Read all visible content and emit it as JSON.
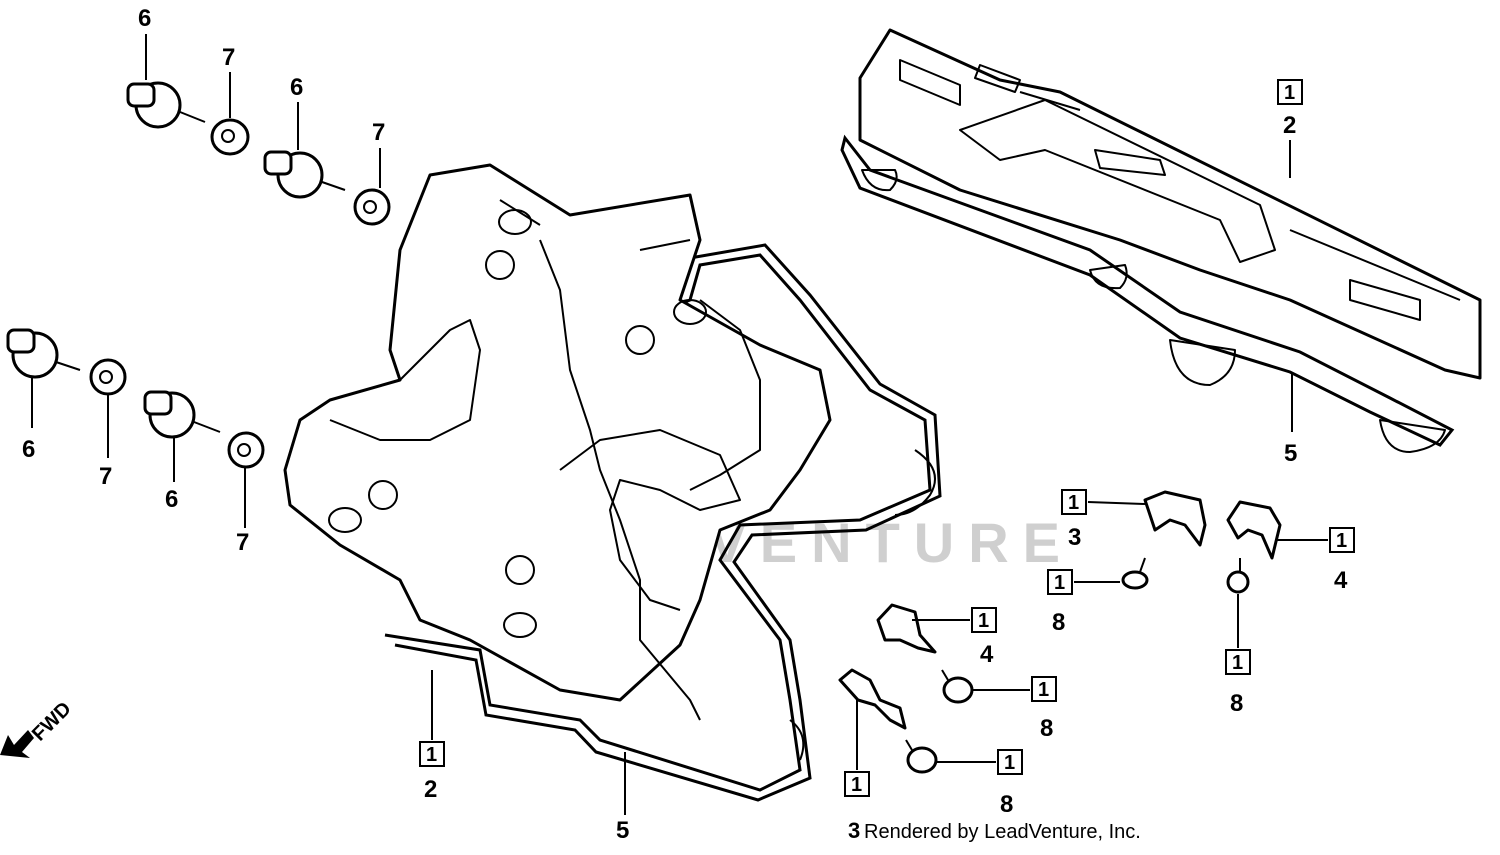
{
  "diagram": {
    "watermark": "LEADVENTURE",
    "direction_label": "FWD",
    "credit": {
      "page_number": "3",
      "text": "Rendered by LeadVenture, Inc."
    },
    "callouts": {
      "bolt_6_a": "6",
      "washer_7_a": "7",
      "bolt_6_b": "6",
      "washer_7_b": "7",
      "bolt_6_c": "6",
      "washer_7_c": "7",
      "bolt_6_d": "6",
      "washer_7_d": "7",
      "cover_2_top": "2",
      "cover_2_top_qty": "1",
      "gasket_5_top": "5",
      "cover_2_bottom": "2",
      "cover_2_bottom_qty": "1",
      "gasket_5_bottom": "5",
      "clamp_3_right": "3",
      "clamp_3_right_qty": "1",
      "clamp_4_right": "4",
      "clamp_4_right_qty": "1",
      "bolt_8_right_a": "8",
      "bolt_8_right_a_qty": "1",
      "bolt_8_right_b": "8",
      "bolt_8_right_b_qty": "1",
      "clamp_4_mid": "4",
      "clamp_4_mid_qty": "1",
      "bolt_8_mid_a": "8",
      "bolt_8_mid_a_qty": "1",
      "clamp_3_mid_qty": "1",
      "bolt_8_mid_b": "8",
      "bolt_8_mid_b_qty": "1"
    }
  }
}
